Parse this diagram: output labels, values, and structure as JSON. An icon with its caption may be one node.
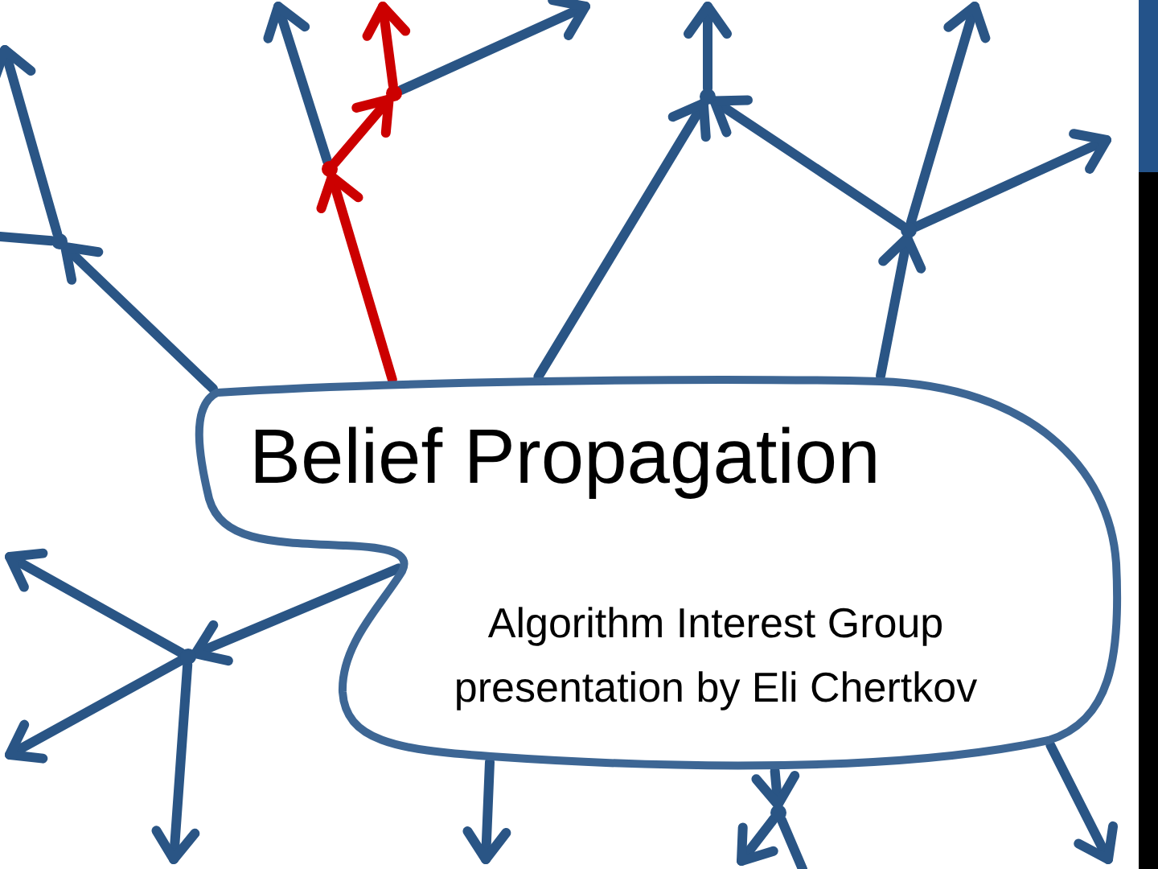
{
  "diagram": {
    "nodes": [
      {
        "text": [
          "Belief Propagation",
          "Algorithm Interest Group presentation by Eli Chertkov"
        ]
      },
      {
        "text": [],
        "shape": "circle"
      },
      {
        "text": [],
        "shape": "circle"
      },
      {
        "text": [],
        "shape": "circle"
      },
      {
        "text": [],
        "shape": "circle"
      },
      {
        "text": [],
        "shape": "circle"
      },
      {
        "text": [],
        "shape": "circle"
      },
      {
        "text": [],
        "shape": "circle"
      }
    ],
    "edges": [
      {
        "from": 0,
        "to": 1,
        "arrow": "to"
      },
      {
        "from": 1,
        "to": null,
        "arrow": "to"
      },
      {
        "from": 1,
        "to": null,
        "arrow": "none"
      },
      {
        "from": 0,
        "to": 3,
        "arrow": "to",
        "color": "#cc0000"
      },
      {
        "from": 3,
        "to": null,
        "arrow": "to"
      },
      {
        "from": 3,
        "to": 4,
        "arrow": "to",
        "color": "#cc0000"
      },
      {
        "from": 4,
        "to": null,
        "arrow": "to",
        "color": "#cc0000"
      },
      {
        "from": 4,
        "to": null,
        "arrow": "to"
      },
      {
        "from": 0,
        "to": 5,
        "arrow": "to"
      },
      {
        "from": 5,
        "to": null,
        "arrow": "to"
      },
      {
        "from": 0,
        "to": 7,
        "arrow": "to"
      },
      {
        "from": 7,
        "to": null,
        "arrow": "to"
      },
      {
        "from": 7,
        "to": null,
        "arrow": "to"
      },
      {
        "from": 7,
        "to": 5,
        "arrow": "to"
      },
      {
        "from": 0,
        "to": 2,
        "arrow": "to"
      },
      {
        "from": 2,
        "to": null,
        "arrow": "to"
      },
      {
        "from": 2,
        "to": null,
        "arrow": "to"
      },
      {
        "from": 2,
        "to": null,
        "arrow": "to"
      },
      {
        "from": 0,
        "to": null,
        "arrow": "to"
      },
      {
        "from": 0,
        "to": 6,
        "arrow": "to"
      },
      {
        "from": 6,
        "to": null,
        "arrow": "to"
      },
      {
        "from": 6,
        "to": null,
        "arrow": "none"
      },
      {
        "from": 0,
        "to": null,
        "arrow": "to"
      }
    ]
  }
}
